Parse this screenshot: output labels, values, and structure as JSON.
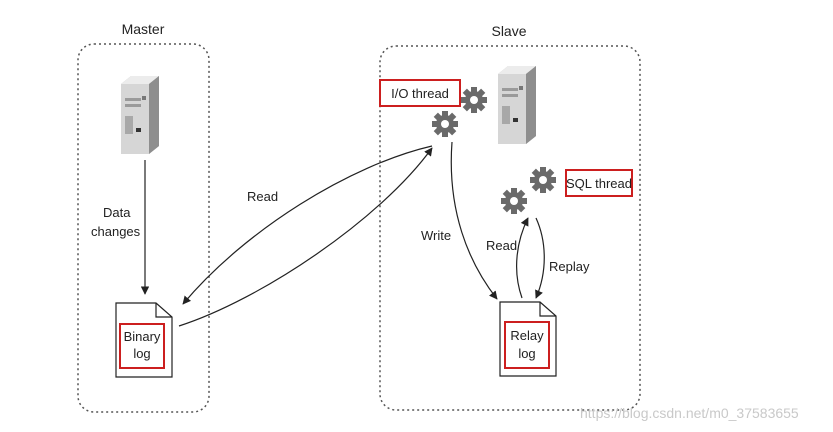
{
  "master": {
    "title": "Master"
  },
  "slave": {
    "title": "Slave"
  },
  "labels": {
    "data_changes_1": "Data",
    "data_changes_2": "changes",
    "read_master": "Read",
    "write": "Write",
    "read_slave": "Read",
    "replay": "Replay"
  },
  "documents": {
    "binary_1": "Binary",
    "binary_2": "log",
    "relay_1": "Relay",
    "relay_2": "log"
  },
  "threads": {
    "io": "I/O thread",
    "sql": "SQL thread"
  },
  "watermark": "https://blog.csdn.net/m0_37583655",
  "icons": [
    "server-icon",
    "gear-icon",
    "document-icon"
  ],
  "colors": {
    "highlight": "#cc1f1f",
    "border": "#555555",
    "server": "#9a9a9a"
  }
}
